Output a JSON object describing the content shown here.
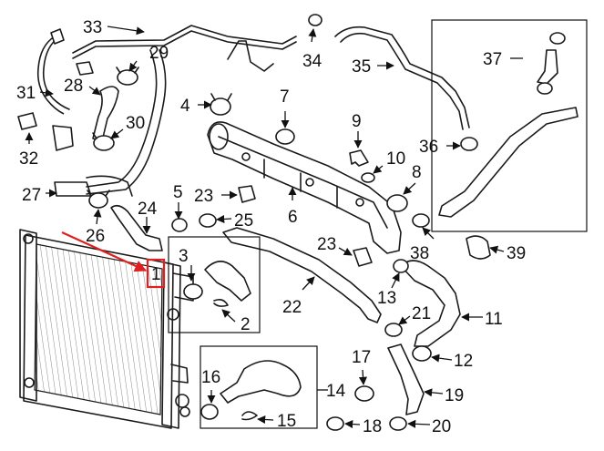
{
  "callouts": {
    "n1": "1",
    "n2": "2",
    "n3": "3",
    "n4": "4",
    "n5": "5",
    "n6": "6",
    "n7": "7",
    "n8": "8",
    "n9": "9",
    "n10": "10",
    "n11": "11",
    "n12": "12",
    "n13": "13",
    "n14": "14",
    "n15": "15",
    "n16": "16",
    "n17": "17",
    "n18": "18",
    "n19": "19",
    "n20": "20",
    "n21": "21",
    "n22": "22",
    "n23a": "23",
    "n23b": "23",
    "n24": "24",
    "n25": "25",
    "n26": "26",
    "n27": "27",
    "n28": "28",
    "n29": "29",
    "n30": "30",
    "n31": "31",
    "n32": "32",
    "n33": "33",
    "n34": "34",
    "n35": "35",
    "n36": "36",
    "n37": "37",
    "n38": "38",
    "n39": "39"
  },
  "colors": {
    "highlight": "#e02020",
    "line": "#1a1a1a"
  }
}
